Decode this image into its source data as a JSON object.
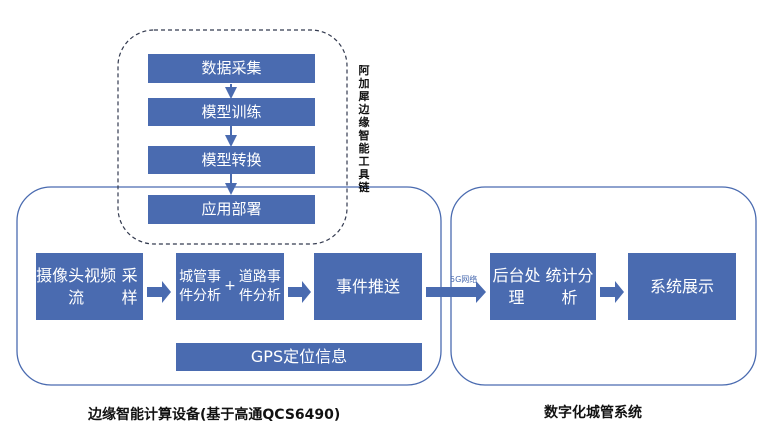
{
  "toolchain": {
    "label": "阿加犀边缘智能工具链",
    "steps": [
      "数据采集",
      "模型训练",
      "模型转换",
      "应用部署"
    ]
  },
  "edge": {
    "label": "边缘智能计算设备(基于高通QCS6490)",
    "capture": [
      "摄像头视频流",
      "采样"
    ],
    "analysis": [
      "城管事件分析",
      "+",
      "道路事件分析"
    ],
    "push": "事件推送",
    "gps": "GPS定位信息"
  },
  "network_label": "5G网络",
  "city": {
    "label": "数字化城管系统",
    "backend": [
      "后台处理",
      "统计分析"
    ],
    "display": "系统展示"
  },
  "colors": {
    "box_fill": "#4a6bb0",
    "outline": "#4a6bb0",
    "text_on_box": "#ffffff",
    "label_text": "#111111"
  }
}
